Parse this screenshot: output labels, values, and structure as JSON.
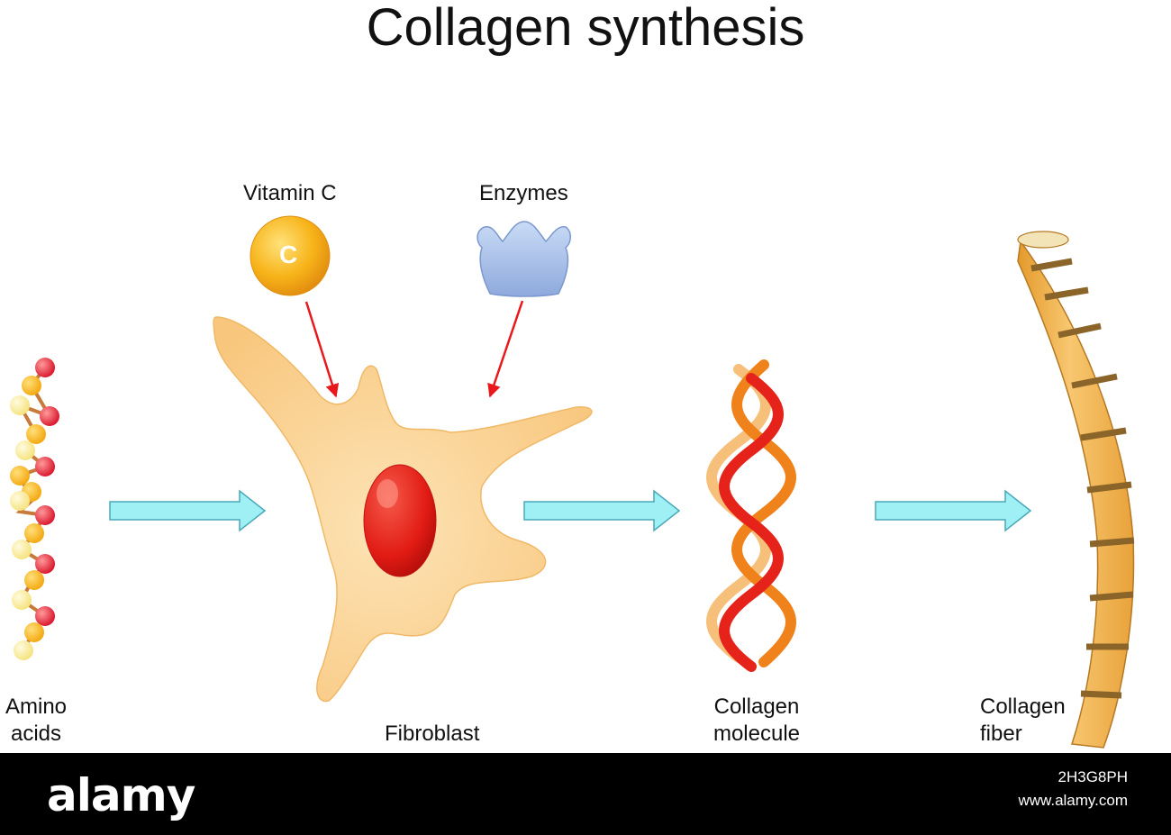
{
  "title": "Collagen synthesis",
  "labels": {
    "vitamin_c": "Vitamin C",
    "vitamin_c_symbol": "C",
    "enzymes": "Enzymes",
    "amino_acids_line1": "Amino",
    "amino_acids_line2": "acids",
    "fibroblast": "Fibroblast",
    "collagen_molecule_line1": "Collagen",
    "collagen_molecule_line2": "molecule",
    "collagen_fiber_line1": "Collagen",
    "collagen_fiber_line2": "fiber"
  },
  "footer": {
    "brand": "alamy",
    "image_id": "2H3G8PH",
    "url": "www.alamy.com"
  },
  "colors": {
    "arrow_fill": "#9ef0f4",
    "arrow_stroke": "#4aa8b8",
    "pointer_arrow": "#e8191c",
    "cell": "#fbd99a",
    "nucleus": "#e11b14",
    "vitamin": "#f7b318",
    "enzyme": "#9fb8e6",
    "fiber": "#f2b857",
    "fiber_band": "#8a6428"
  }
}
